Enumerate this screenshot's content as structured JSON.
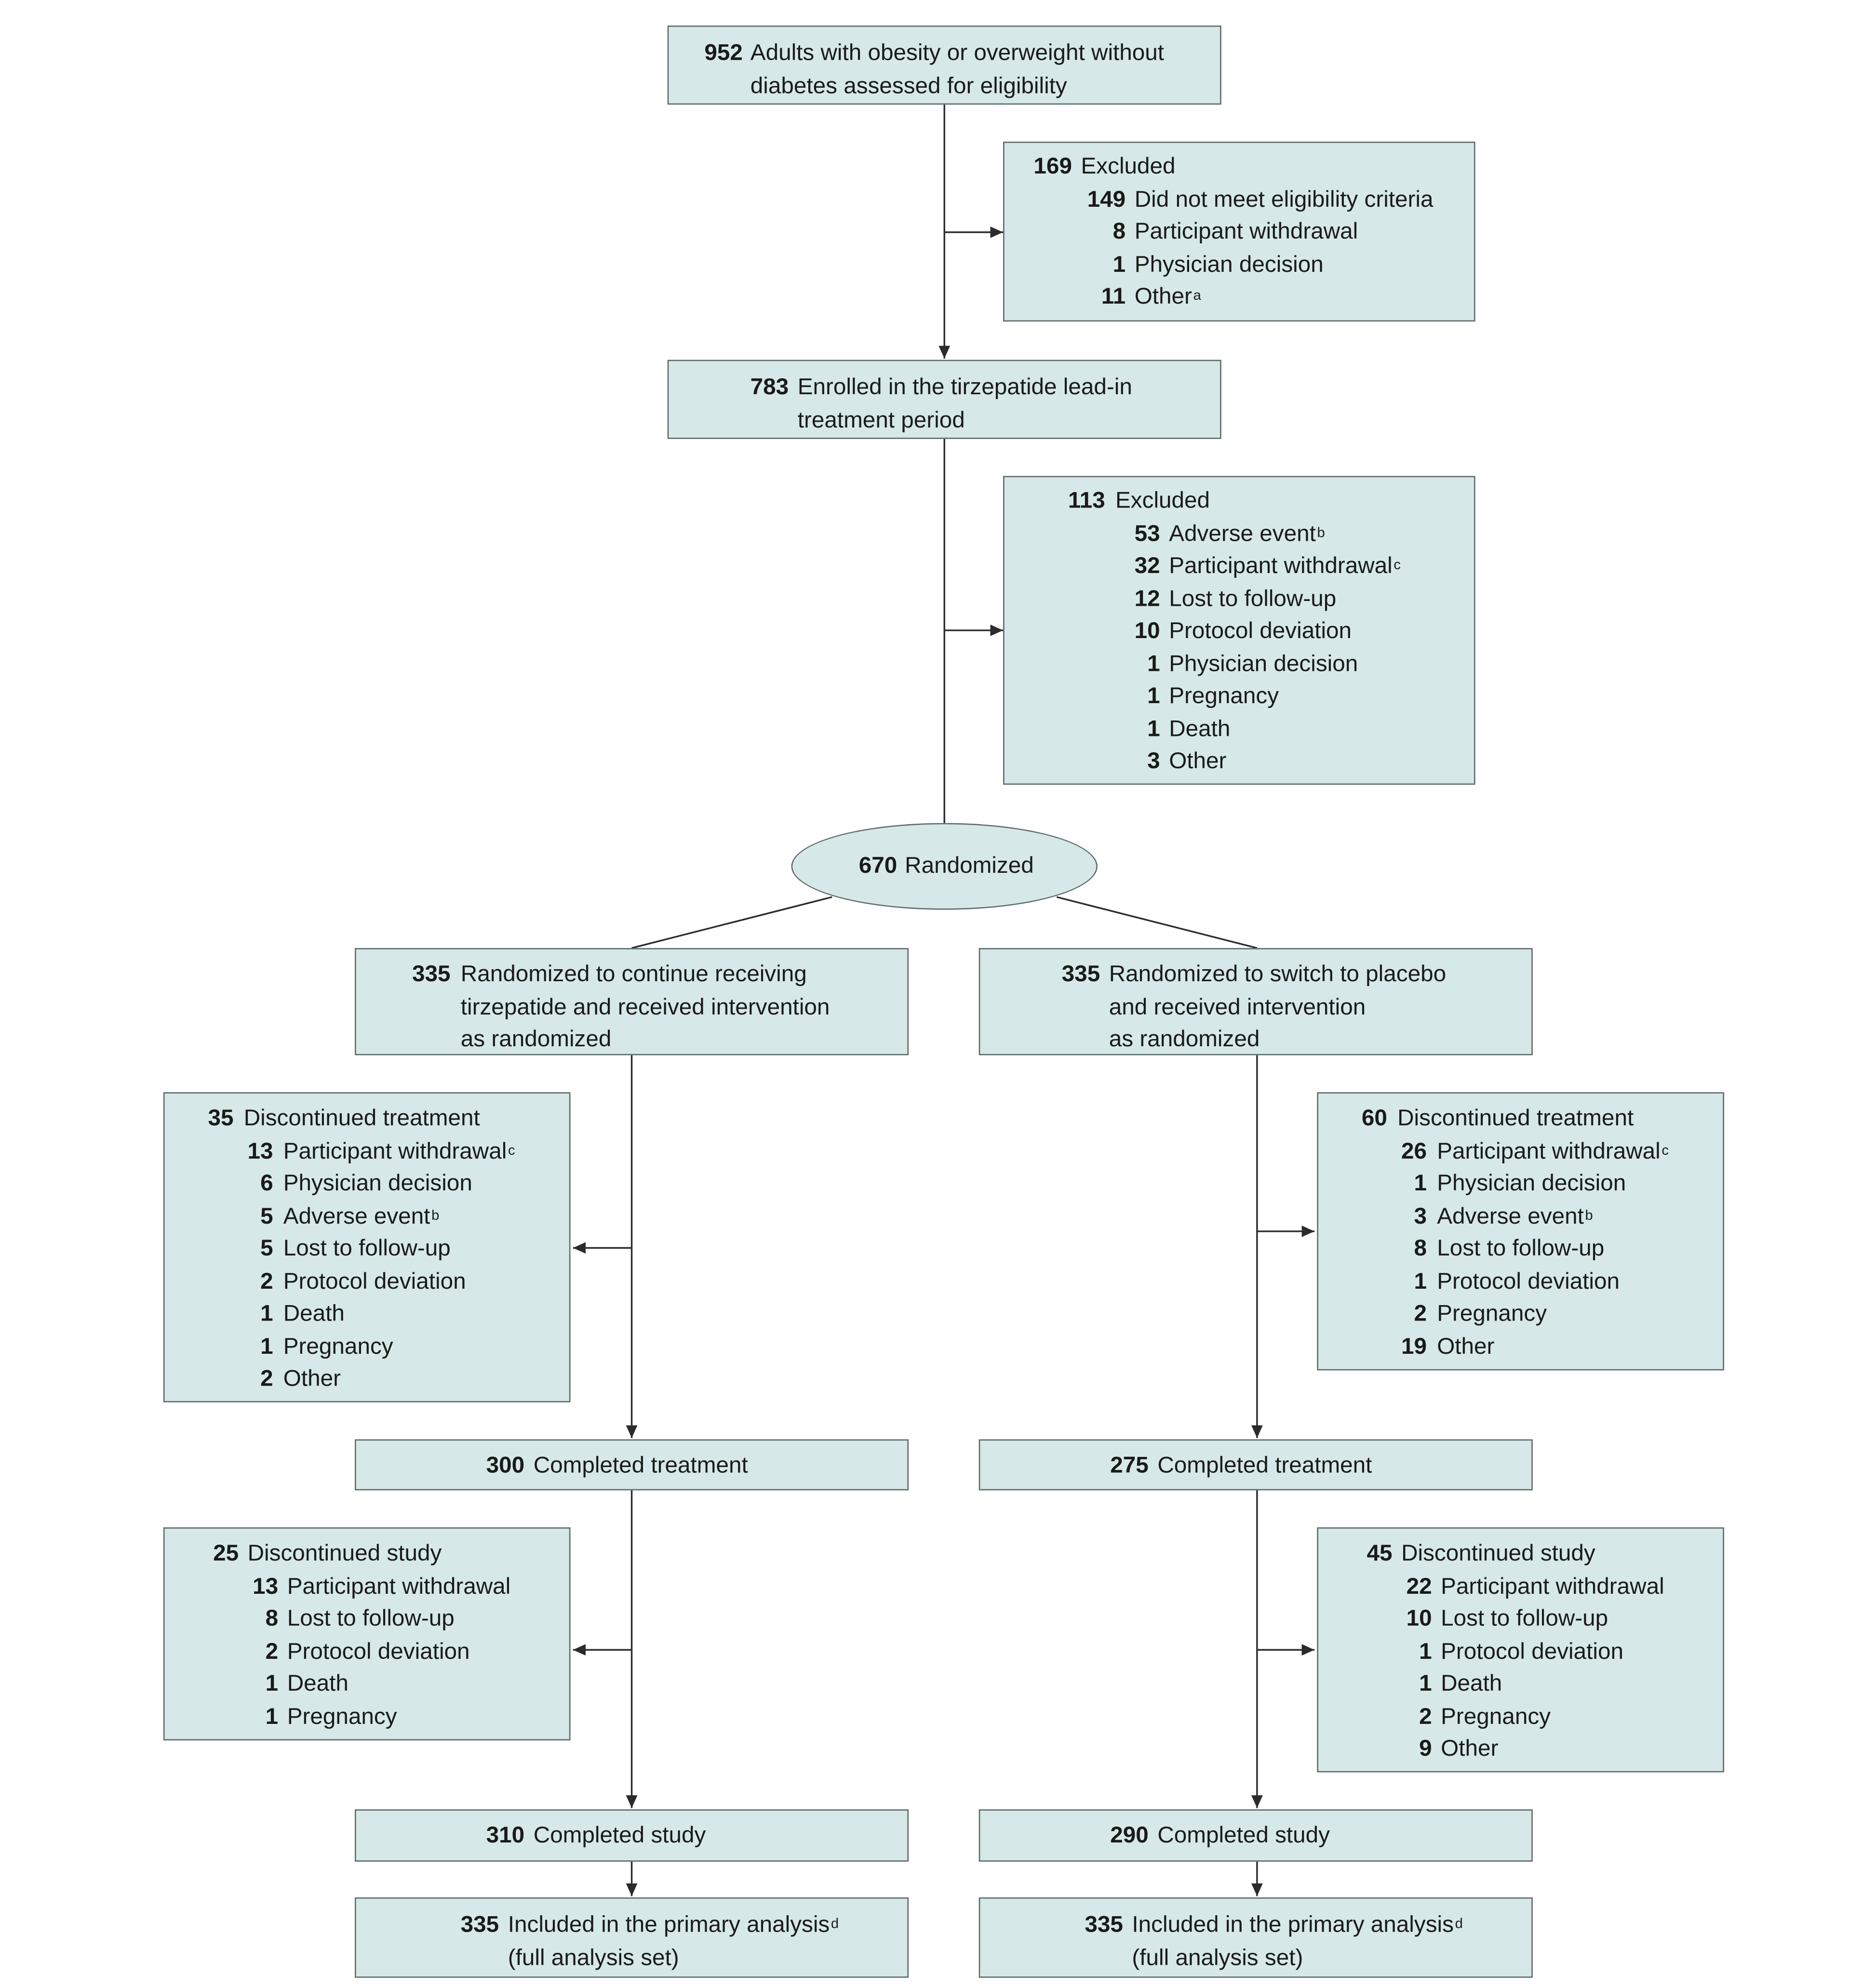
{
  "screening": {
    "count": "952",
    "lines": [
      "Adults with obesity or overweight without",
      "diabetes assessed for eligibility"
    ]
  },
  "excluded_screening": {
    "count": "169",
    "label": "Excluded",
    "items": [
      {
        "count": "149",
        "label": "Did not meet eligibility criteria",
        "sup": ""
      },
      {
        "count": "8",
        "label": "Participant withdrawal",
        "sup": ""
      },
      {
        "count": "1",
        "label": "Physician decision",
        "sup": ""
      },
      {
        "count": "11",
        "label": "Other",
        "sup": "a"
      }
    ]
  },
  "lead_in": {
    "count": "783",
    "lines": [
      "Enrolled in the tirzepatide lead-in",
      "treatment period"
    ]
  },
  "excluded_lead_in": {
    "count": "113",
    "label": "Excluded",
    "items": [
      {
        "count": "53",
        "label": "Adverse event",
        "sup": "b"
      },
      {
        "count": "32",
        "label": "Participant withdrawal",
        "sup": "c"
      },
      {
        "count": "12",
        "label": "Lost to follow-up",
        "sup": ""
      },
      {
        "count": "10",
        "label": "Protocol deviation",
        "sup": ""
      },
      {
        "count": "1",
        "label": "Physician decision",
        "sup": ""
      },
      {
        "count": "1",
        "label": "Pregnancy",
        "sup": ""
      },
      {
        "count": "1",
        "label": "Death",
        "sup": ""
      },
      {
        "count": "3",
        "label": "Other",
        "sup": ""
      }
    ]
  },
  "randomized": {
    "count": "670",
    "label": "Randomized"
  },
  "arm_tirzepatide": {
    "allocation": {
      "count": "335",
      "lines": [
        "Randomized to continue receiving",
        "tirzepatide and received intervention",
        "as randomized"
      ]
    },
    "discontinued_treatment": {
      "count": "35",
      "label": "Discontinued treatment",
      "items": [
        {
          "count": "13",
          "label": "Participant withdrawal",
          "sup": "c"
        },
        {
          "count": "6",
          "label": "Physician decision",
          "sup": ""
        },
        {
          "count": "5",
          "label": "Adverse event",
          "sup": "b"
        },
        {
          "count": "5",
          "label": "Lost to follow-up",
          "sup": ""
        },
        {
          "count": "2",
          "label": "Protocol deviation",
          "sup": ""
        },
        {
          "count": "1",
          "label": "Death",
          "sup": ""
        },
        {
          "count": "1",
          "label": "Pregnancy",
          "sup": ""
        },
        {
          "count": "2",
          "label": "Other",
          "sup": ""
        }
      ]
    },
    "completed_treatment": {
      "count": "300",
      "label": "Completed treatment"
    },
    "discontinued_study": {
      "count": "25",
      "label": "Discontinued study",
      "items": [
        {
          "count": "13",
          "label": "Participant withdrawal",
          "sup": ""
        },
        {
          "count": "8",
          "label": "Lost to follow-up",
          "sup": ""
        },
        {
          "count": "2",
          "label": "Protocol deviation",
          "sup": ""
        },
        {
          "count": "1",
          "label": "Death",
          "sup": ""
        },
        {
          "count": "1",
          "label": "Pregnancy",
          "sup": ""
        }
      ]
    },
    "completed_study": {
      "count": "310",
      "label": "Completed study"
    },
    "analysis": {
      "count": "335",
      "line1": "Included in the primary analysis",
      "sup": "d",
      "line2": "(full analysis set)"
    }
  },
  "arm_placebo": {
    "allocation": {
      "count": "335",
      "lines": [
        "Randomized to switch to placebo",
        "and received intervention",
        "as randomized"
      ]
    },
    "discontinued_treatment": {
      "count": "60",
      "label": "Discontinued treatment",
      "items": [
        {
          "count": "26",
          "label": "Participant withdrawal",
          "sup": "c"
        },
        {
          "count": "1",
          "label": "Physician decision",
          "sup": ""
        },
        {
          "count": "3",
          "label": "Adverse event",
          "sup": "b"
        },
        {
          "count": "8",
          "label": "Lost to follow-up",
          "sup": ""
        },
        {
          "count": "1",
          "label": "Protocol deviation",
          "sup": ""
        },
        {
          "count": "2",
          "label": "Pregnancy",
          "sup": ""
        },
        {
          "count": "19",
          "label": "Other",
          "sup": ""
        }
      ]
    },
    "completed_treatment": {
      "count": "275",
      "label": "Completed treatment"
    },
    "discontinued_study": {
      "count": "45",
      "label": "Discontinued study",
      "items": [
        {
          "count": "22",
          "label": "Participant withdrawal",
          "sup": ""
        },
        {
          "count": "10",
          "label": "Lost to follow-up",
          "sup": ""
        },
        {
          "count": "1",
          "label": "Protocol deviation",
          "sup": ""
        },
        {
          "count": "1",
          "label": "Death",
          "sup": ""
        },
        {
          "count": "2",
          "label": "Pregnancy",
          "sup": ""
        },
        {
          "count": "9",
          "label": "Other",
          "sup": ""
        }
      ]
    },
    "completed_study": {
      "count": "290",
      "label": "Completed study"
    },
    "analysis": {
      "count": "335",
      "line1": "Included in the primary analysis",
      "sup": "d",
      "line2": "(full analysis set)"
    }
  },
  "colors": {
    "box_fill": "#d6e8e8",
    "box_border": "#5f6c6c",
    "line": "#2b2b2b",
    "text": "#1a1a1a"
  }
}
